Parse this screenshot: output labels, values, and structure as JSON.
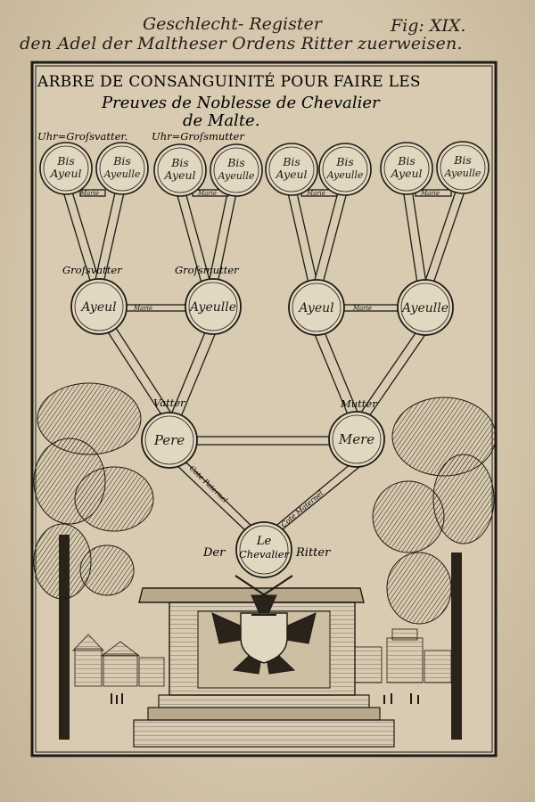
{
  "header": {
    "line1": "Geschlecht- Register",
    "fig": "Fig: XIX.",
    "line2": "den Adel der Maltheser Ordens Ritter zuerweisen."
  },
  "title": {
    "line1": "ARBRE DE CONSANGUINITÉ POUR FAIRE LES",
    "line2": "Preuves de Noblesse de Chevalier",
    "line3": "de Malte."
  },
  "labels": {
    "great_grandfather": "Uhr=Groſsvatter.",
    "great_grandmother": "Uhr=Groſsmutter",
    "grandfather": "Groſsvatter",
    "grandmother": "Groſsmutter",
    "father_label": "Vatter",
    "mother_label": "Mutter",
    "der": "Der",
    "ritter": "Ritter",
    "cote_paternel": "Cote Paternel",
    "cote_maternel": "Cote Maternel"
  },
  "nodes": {
    "bis1_a": "Bis",
    "bis1_b": "Ayeul",
    "bis2_a": "Bis",
    "bis2_b": "Ayeulle",
    "bis3_a": "Bis",
    "bis3_b": "Ayeul",
    "bis4_a": "Bis",
    "bis4_b": "Ayeulle",
    "bis5_a": "Bis",
    "bis5_b": "Ayeul",
    "bis6_a": "Bis",
    "bis6_b": "Ayeulle",
    "bis7_a": "Bis",
    "bis7_b": "Ayeul",
    "bis8_a": "Bis",
    "bis8_b": "Ayeulle",
    "ayeul1": "Ayeul",
    "ayeulle1": "Ayeulle",
    "ayeul2": "Ayeul",
    "ayeulle2": "Ayeulle",
    "pere": "Pere",
    "mere": "Mere",
    "chevalier_a": "Le",
    "chevalier_b": "Chevalier"
  },
  "marie_labels": {
    "m1": "Marié",
    "m2": "Marié",
    "m3": "Marié",
    "m4": "Marié",
    "m5": "Marié",
    "m6": "Marié"
  },
  "colors": {
    "ink": "#1e1a14",
    "paper": "#d9ccb4",
    "circle_fill": "#e2d7c1"
  }
}
